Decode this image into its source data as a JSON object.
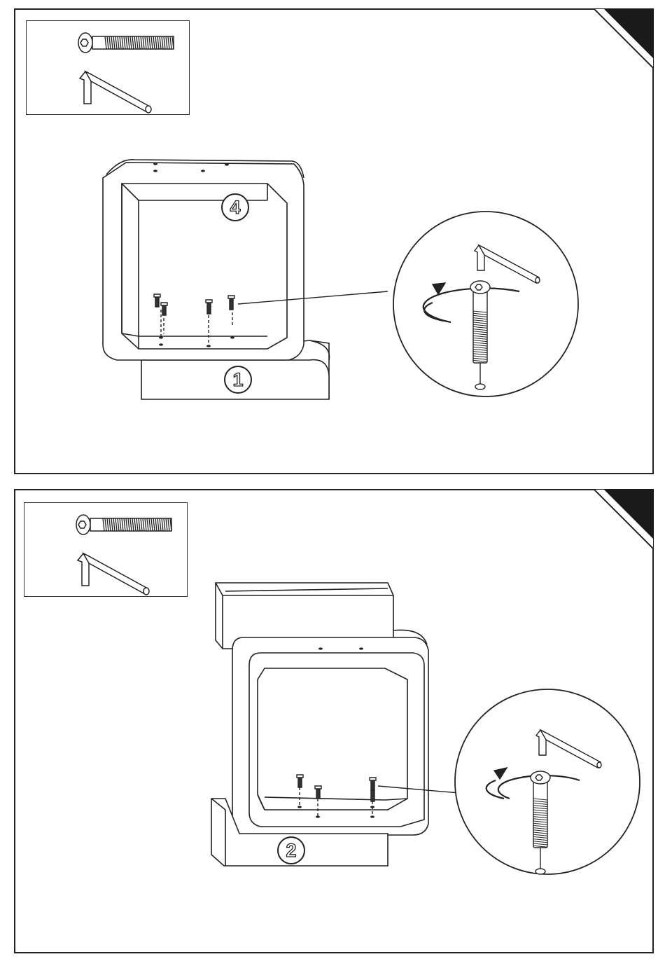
{
  "document": {
    "type": "furniture-assembly-instructions",
    "steps": [
      {
        "parts": [
          {
            "icon": "bolt-icon"
          },
          {
            "icon": "allen-key-icon"
          }
        ],
        "panel_labels": {
          "top_panel": "4",
          "bottom_panel": "1"
        },
        "detail": {
          "icon": "magnified-bolt-detail",
          "rotation": "clockwise"
        }
      },
      {
        "parts": [
          {
            "icon": "bolt-icon"
          },
          {
            "icon": "allen-key-icon"
          }
        ],
        "panel_labels": {
          "bottom_panel": "2"
        },
        "detail": {
          "icon": "magnified-bolt-detail",
          "rotation": "clockwise"
        }
      }
    ],
    "colors": {
      "ink": "#222222",
      "paper": "#ffffff"
    }
  }
}
